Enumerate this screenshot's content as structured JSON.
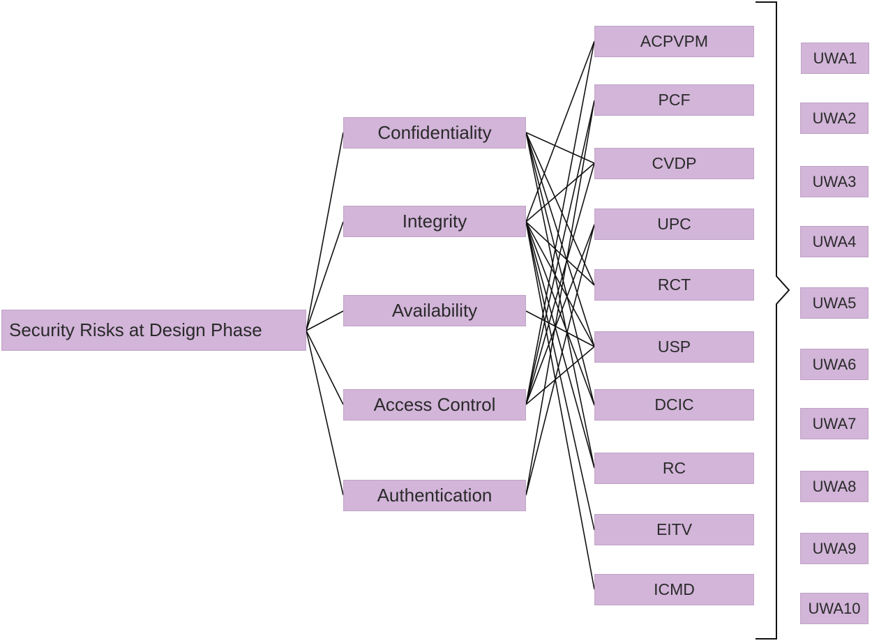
{
  "diagram": {
    "root": {
      "label": "Security Risks at Design Phase"
    },
    "categories": [
      {
        "id": "c1",
        "label": "Confidentiality"
      },
      {
        "id": "c2",
        "label": "Integrity"
      },
      {
        "id": "c3",
        "label": "Availability"
      },
      {
        "id": "c4",
        "label": "Access Control"
      },
      {
        "id": "c5",
        "label": "Authentication"
      }
    ],
    "risks": [
      {
        "id": "r1",
        "label": "ACPVPM"
      },
      {
        "id": "r2",
        "label": "PCF"
      },
      {
        "id": "r3",
        "label": "CVDP"
      },
      {
        "id": "r4",
        "label": "UPC"
      },
      {
        "id": "r5",
        "label": "RCT"
      },
      {
        "id": "r6",
        "label": "USP"
      },
      {
        "id": "r7",
        "label": "DCIC"
      },
      {
        "id": "r8",
        "label": "RC"
      },
      {
        "id": "r9",
        "label": "EITV"
      },
      {
        "id": "r10",
        "label": "ICMD"
      }
    ],
    "attacks": [
      {
        "id": "u1",
        "label": "UWA1"
      },
      {
        "id": "u2",
        "label": "UWA2"
      },
      {
        "id": "u3",
        "label": "UWA3"
      },
      {
        "id": "u4",
        "label": "UWA4"
      },
      {
        "id": "u5",
        "label": "UWA5"
      },
      {
        "id": "u6",
        "label": "UWA6"
      },
      {
        "id": "u7",
        "label": "UWA7"
      },
      {
        "id": "u8",
        "label": "UWA8"
      },
      {
        "id": "u9",
        "label": "UWA9"
      },
      {
        "id": "u10",
        "label": "UWA10"
      }
    ],
    "links": [
      [
        "c1",
        "r3"
      ],
      [
        "c1",
        "r5"
      ],
      [
        "c1",
        "r6"
      ],
      [
        "c1",
        "r7"
      ],
      [
        "c1",
        "r8"
      ],
      [
        "c2",
        "r1"
      ],
      [
        "c2",
        "r3"
      ],
      [
        "c2",
        "r5"
      ],
      [
        "c2",
        "r6"
      ],
      [
        "c2",
        "r7"
      ],
      [
        "c2",
        "r8"
      ],
      [
        "c2",
        "r9"
      ],
      [
        "c2",
        "r10"
      ],
      [
        "c3",
        "r6"
      ],
      [
        "c4",
        "r1"
      ],
      [
        "c4",
        "r2"
      ],
      [
        "c4",
        "r3"
      ],
      [
        "c4",
        "r4"
      ],
      [
        "c4",
        "r6"
      ],
      [
        "c5",
        "r2"
      ],
      [
        "c5",
        "r4"
      ]
    ],
    "colors": {
      "box_fill": "#d2b5d9",
      "box_border": "#bfa3c6",
      "line": "#111111"
    }
  }
}
